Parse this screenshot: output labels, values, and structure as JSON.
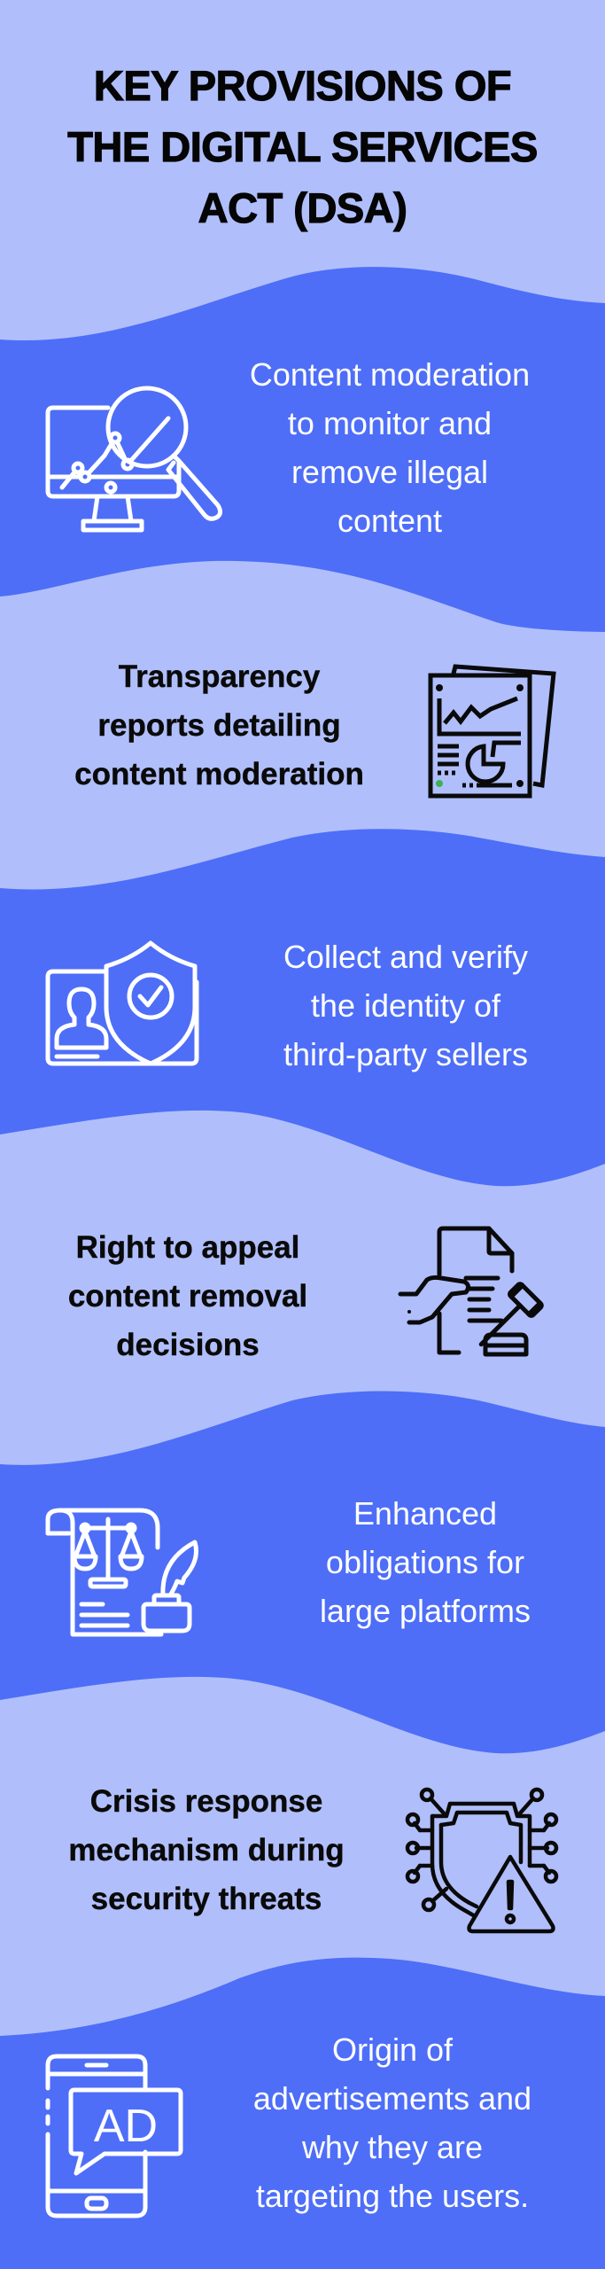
{
  "title": {
    "lines": [
      "KEY PROVISIONS OF",
      "THE DIGITAL SERVICES",
      "ACT (DSA)"
    ]
  },
  "colors": {
    "light_background": "#b0bffb",
    "dark_band": "#4e6ef8",
    "light_text": "#ffffff",
    "dark_text": "#0a0a0a"
  },
  "provisions": [
    {
      "icon": "monitor-magnifier-chart-icon",
      "band": "dark",
      "lines": [
        "Content moderation",
        "to monitor and",
        "remove illegal",
        "content"
      ]
    },
    {
      "icon": "report-documents-chart-icon",
      "band": "light",
      "lines": [
        "Transparency",
        "reports detailing",
        "content moderation"
      ]
    },
    {
      "icon": "id-card-shield-check-icon",
      "band": "dark",
      "lines": [
        "Collect and verify",
        "the identity of",
        "third-party sellers"
      ]
    },
    {
      "icon": "document-hand-gavel-icon",
      "band": "light",
      "lines": [
        "Right to appeal",
        "content removal",
        "decisions"
      ]
    },
    {
      "icon": "legal-scroll-scales-quill-icon",
      "band": "dark",
      "lines": [
        "Enhanced",
        "obligations for",
        "large platforms"
      ]
    },
    {
      "icon": "shield-network-warning-icon",
      "band": "light",
      "lines": [
        "Crisis response",
        "mechanism during",
        "security threats"
      ]
    },
    {
      "icon": "phone-ad-bubble-icon",
      "band": "dark",
      "lines": [
        "Origin of",
        "advertisements and",
        "why they are",
        "targeting the users."
      ]
    }
  ],
  "ad_icon_label": "AD"
}
